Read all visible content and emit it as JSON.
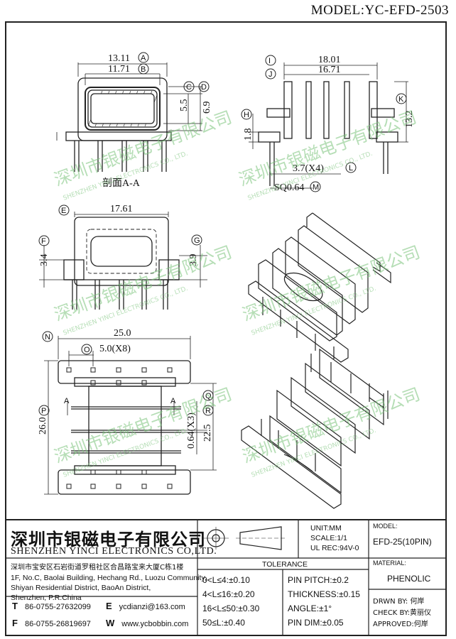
{
  "model_header": "MODEL:YC-EFD-2503",
  "views": {
    "top_left": {
      "dims": {
        "a": "13.11",
        "b": "11.71",
        "c_d_1": "5.5",
        "c_d_2": "6.9"
      },
      "section_label": "剖面A-A",
      "markers": [
        "A",
        "B",
        "C",
        "D"
      ]
    },
    "top_right": {
      "dims": {
        "i": "18.01",
        "j": "16.71",
        "k": "13.2",
        "h": "1.8",
        "l": "3.7(X4)",
        "m": "SQ0.64"
      },
      "markers": [
        "I",
        "J",
        "K",
        "H",
        "L",
        "M"
      ]
    },
    "mid_left": {
      "dims": {
        "e": "17.61",
        "f": "3.4",
        "g": "3.9"
      },
      "markers": [
        "E",
        "F",
        "G"
      ]
    },
    "bottom_left": {
      "dims": {
        "n": "25.0",
        "o": "5.0(X8)",
        "p": "26.0",
        "q": "0.64(X3)",
        "r": "22.5"
      },
      "section_marks": [
        "A",
        "A"
      ],
      "markers": [
        "N",
        "O",
        "P",
        "Q",
        "R"
      ]
    }
  },
  "watermark": {
    "cn": "深圳市银磁电子有限公司",
    "en": "SHENZHEN YINCI ELECTRONICS CO., LTD."
  },
  "title_block": {
    "company_cn": "深圳市银磁电子有限公司",
    "company_en": "SHENZHEN YINCI ELECTRONICS CO,LTD.",
    "address_lines": [
      "深圳市宝安区石岩街道罗租社区合昌路宝来大厦C栋1楼",
      "1F, No.C, Baolai Building, Hechang Rd., Luozu Community,",
      "Shiyan Residential District, BaoAn District,",
      "Shenzhen, P.R.China"
    ],
    "tel_label": "T",
    "tel": "86-0755-27632099",
    "fax_label": "F",
    "fax": "86-0755-26819697",
    "email_label": "E",
    "email": "ycdianzi@163.com",
    "web_label": "W",
    "web": "www.ycbobbin.com",
    "unit": "UNIT:MM",
    "scale": "SCALE:1/1",
    "ul_rec": "UL REC:94V-0",
    "tolerance_title": "TOLERANCE",
    "tolerances": [
      "0<L≤4:±0.10",
      "4<L≤16:±0.20",
      "16<L≤50:±0.30",
      "50≤L:±0.40"
    ],
    "pin_specs": [
      "PIN PITCH:±0.2",
      "THICKNESS:±0.15",
      "ANGLE:±1°",
      "PIN DIM:±0.05"
    ],
    "model_label": "MODEL:",
    "model_value": "EFD-25(10PIN)",
    "material_label": "MATERIAL:",
    "material_value": "PHENOLIC",
    "drawn_by": "DRWN BY: 何岸",
    "check_by": "CHECK BY:黄丽仪",
    "approved": "APPROVED:何岸"
  }
}
